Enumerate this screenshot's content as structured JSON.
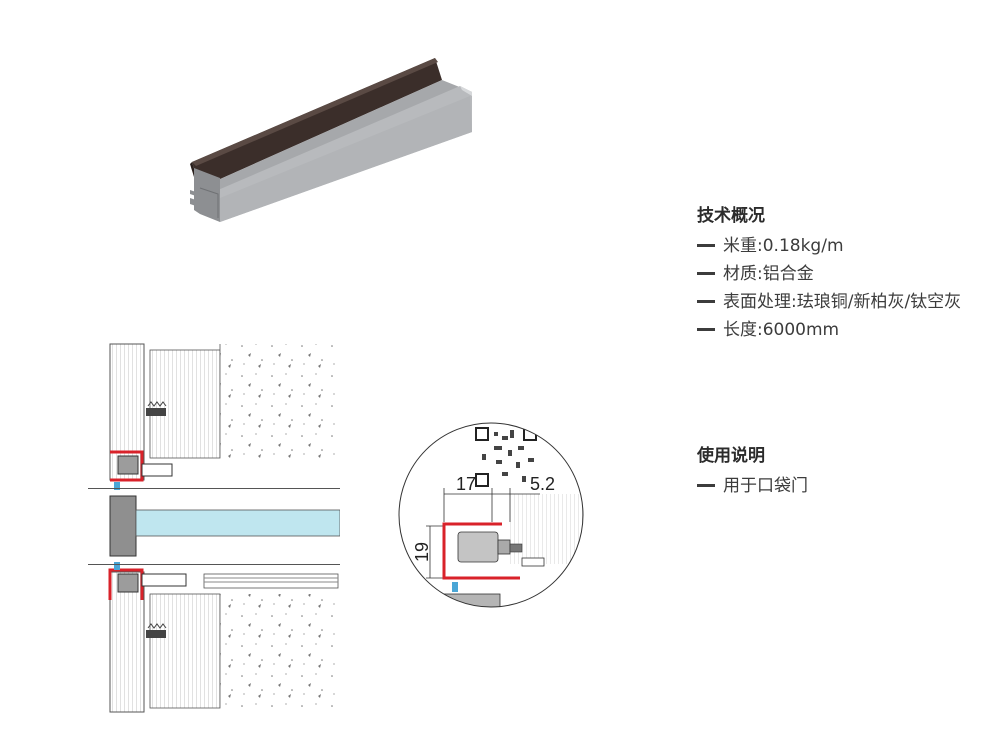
{
  "tech": {
    "title": "技术概况",
    "items": [
      "米重:0.18kg/m",
      "材质:铝合金",
      "表面处理:珐琅铜/新柏灰/钛空灰",
      "长度:6000mm"
    ]
  },
  "usage": {
    "title": "使用说明",
    "items": [
      "用于口袋门"
    ]
  },
  "detail": {
    "dim_17": "17",
    "dim_5_2": "5.2",
    "dim_19": "19"
  },
  "colors": {
    "profile_red": "#d9222a",
    "glass_blue": "#bfe6ef",
    "brush_brown": "#3b2e2a",
    "aluminum": "#b8babd"
  }
}
